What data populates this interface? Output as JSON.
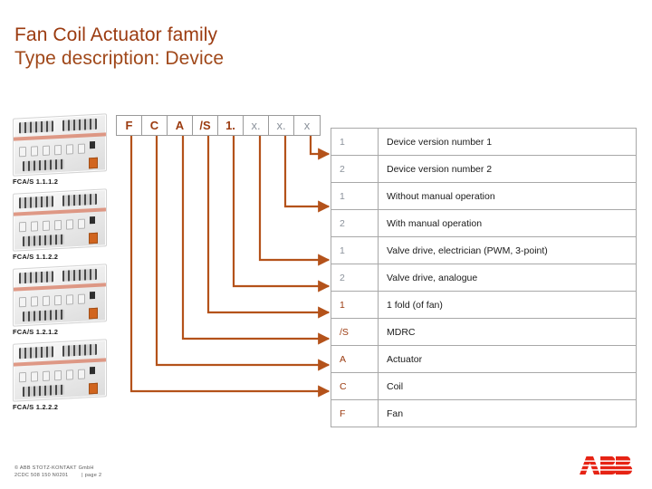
{
  "title": {
    "line1": "Fan Coil Actuator family",
    "line2": "Type description: Device"
  },
  "colors": {
    "accent": "#9b3b10",
    "connector": "#b4521a",
    "dim_text": "#8b929b",
    "brand_red": "#e62314"
  },
  "code_header": {
    "cells": [
      {
        "label": "F",
        "style": "accent"
      },
      {
        "label": "C",
        "style": "accent"
      },
      {
        "label": "A",
        "style": "accent"
      },
      {
        "label": "/S",
        "style": "accent"
      },
      {
        "label": "1.",
        "style": "accent"
      },
      {
        "label": "x.",
        "style": "dim"
      },
      {
        "label": "x.",
        "style": "dim"
      },
      {
        "label": "x",
        "style": "dim"
      }
    ]
  },
  "devices": [
    {
      "label": "FCA/S 1.1.1.2"
    },
    {
      "label": "FCA/S 1.1.2.2"
    },
    {
      "label": "FCA/S 1.2.1.2"
    },
    {
      "label": "FCA/S 1.2.2.2"
    }
  ],
  "spec_table": {
    "rows": [
      {
        "code": "1",
        "description": "Device version number 1",
        "accent": false
      },
      {
        "code": "2",
        "description": "Device version number 2",
        "accent": false
      },
      {
        "code": "1",
        "description": "Without manual operation",
        "accent": false
      },
      {
        "code": "2",
        "description": "With manual operation",
        "accent": false
      },
      {
        "code": "1",
        "description": "Valve drive, electrician (PWM, 3-point)",
        "accent": false
      },
      {
        "code": "2",
        "description": "Valve drive, analogue",
        "accent": false
      },
      {
        "code": "1",
        "description": "1 fold (of fan)",
        "accent": true
      },
      {
        "code": "/S",
        "description": "MDRC",
        "accent": true
      },
      {
        "code": "A",
        "description": "Actuator",
        "accent": true
      },
      {
        "code": "C",
        "description": "Coil",
        "accent": true
      },
      {
        "code": "F",
        "description": "Fan",
        "accent": true
      }
    ]
  },
  "footer": {
    "line1": "© ABB STOTZ-KONTAKT GmbH",
    "line2": "2CDC 508 150 N0201        | page 2"
  },
  "brand": {
    "logo_text": "ABB"
  }
}
